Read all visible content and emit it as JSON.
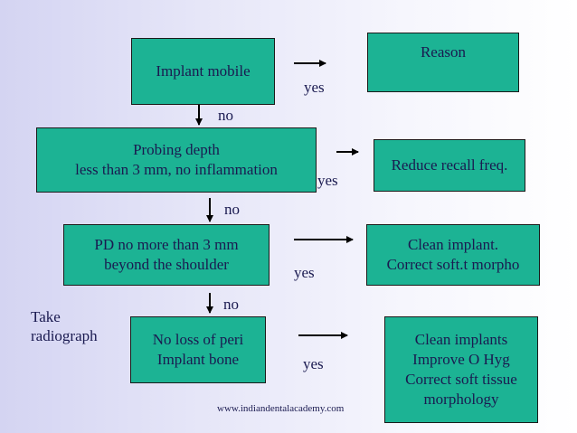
{
  "nodes": {
    "implant_mobile": "Implant mobile",
    "reason": "Reason",
    "probing_depth": "Probing depth\nless than 3 mm, no inflammation",
    "reduce_recall": "Reduce recall freq.",
    "pd_shoulder": "PD no more than 3 mm\nbeyond the shoulder",
    "clean_implant": "Clean implant.\nCorrect soft.t morpho",
    "no_bone_loss": "No loss of peri\nImplant bone",
    "clean_implants": "Clean implants\nImprove O Hyg\nCorrect soft tissue\nmorphology"
  },
  "edge_labels": {
    "yes_1": "yes",
    "no_1": "no",
    "yes_2": "yes",
    "no_2": "no",
    "yes_3": "yes",
    "no_3": "no",
    "yes_4": "yes"
  },
  "side_note": "Take\nradiograph",
  "footer": "www.indiandentalacademy.com",
  "colors": {
    "box_fill": "#1cb394",
    "text": "#1a1a50",
    "background_left": "#d4d4f2",
    "background_right": "#ffffff"
  }
}
